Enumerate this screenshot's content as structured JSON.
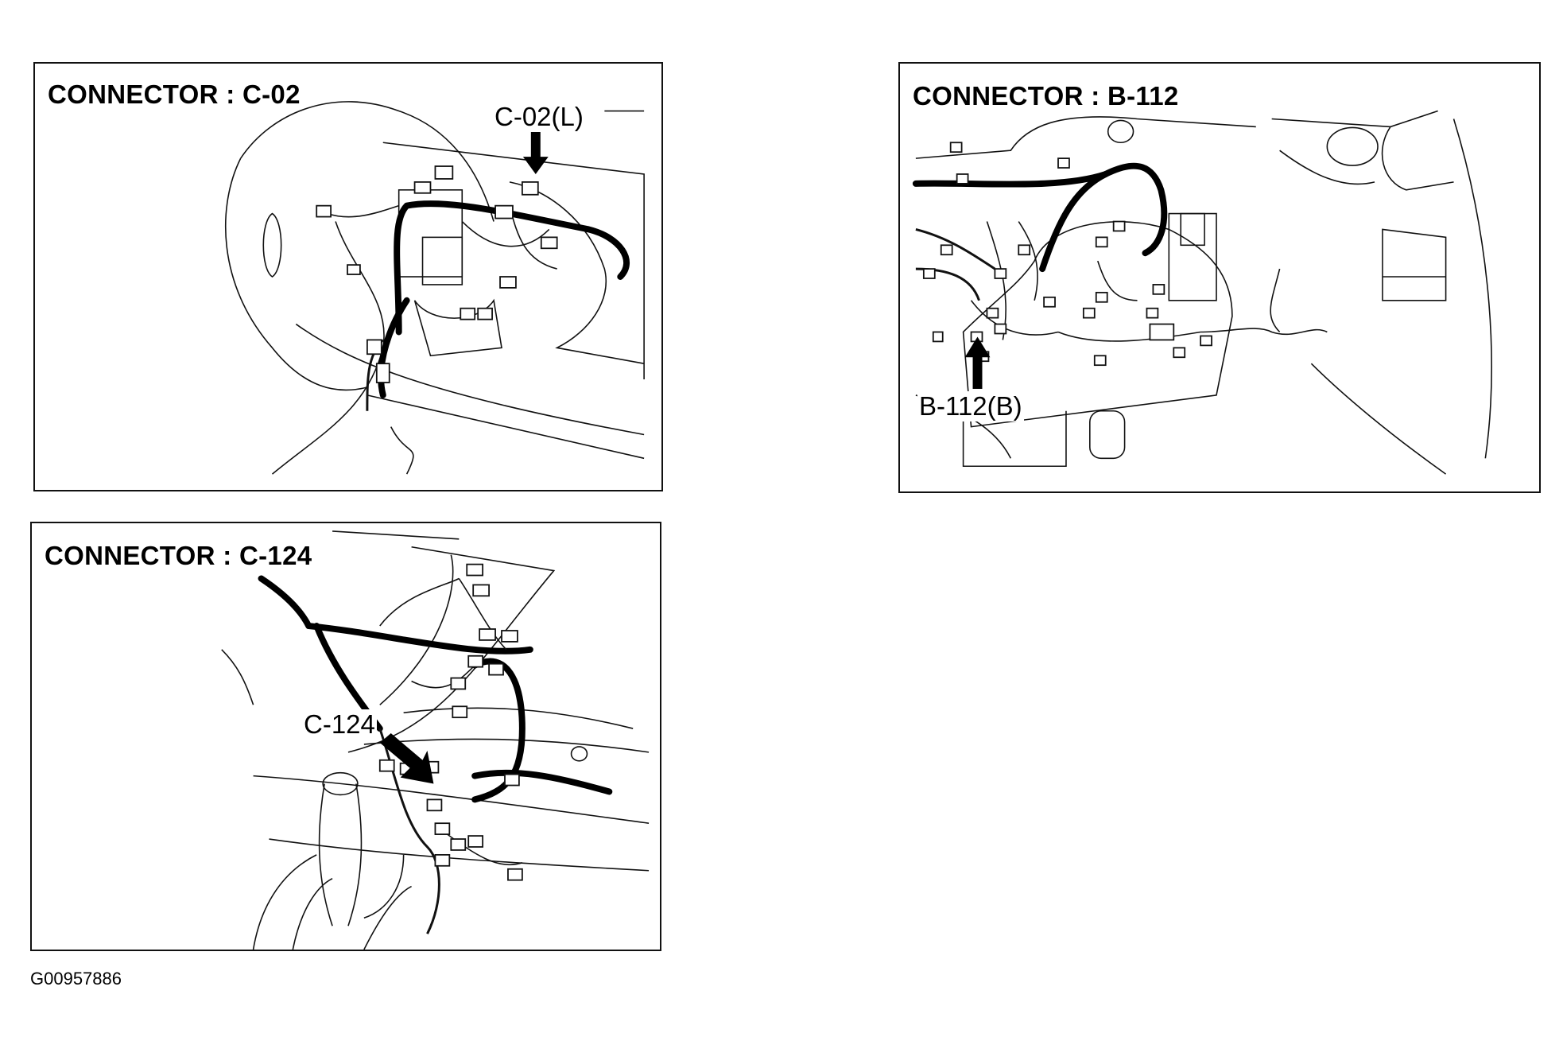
{
  "panels": {
    "c02": {
      "title": "CONNECTOR : C-02",
      "callout": "C-02(L)"
    },
    "b112": {
      "title": "CONNECTOR : B-112",
      "callout": "B-112(B)"
    },
    "c124": {
      "title": "CONNECTOR : C-124",
      "callout": "C-124"
    }
  },
  "figure_id": "G00957886"
}
